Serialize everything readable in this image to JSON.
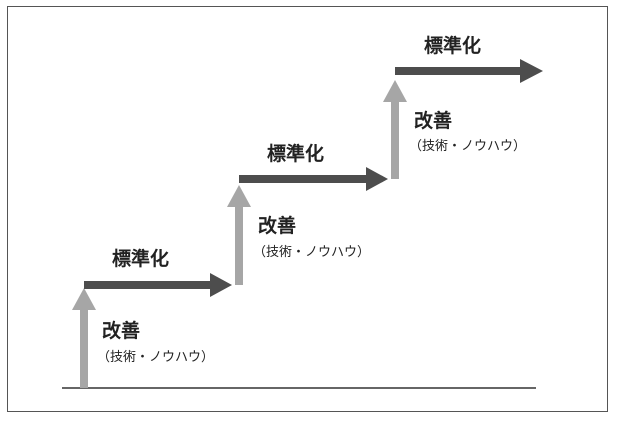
{
  "diagram": {
    "steps": [
      {
        "standardize": "標準化",
        "improve": "改善",
        "improve_note": "（技術・ノウハウ）"
      },
      {
        "standardize": "標準化",
        "improve": "改善",
        "improve_note": "（技術・ノウハウ）"
      },
      {
        "standardize": "標準化",
        "improve": "改善",
        "improve_note": "（技術・ノウハウ）"
      }
    ]
  },
  "colors": {
    "dark_arrow": "#4d4d4d",
    "light_arrow": "#a6a6a6",
    "baseline": "#333333",
    "frame": "#555555"
  }
}
